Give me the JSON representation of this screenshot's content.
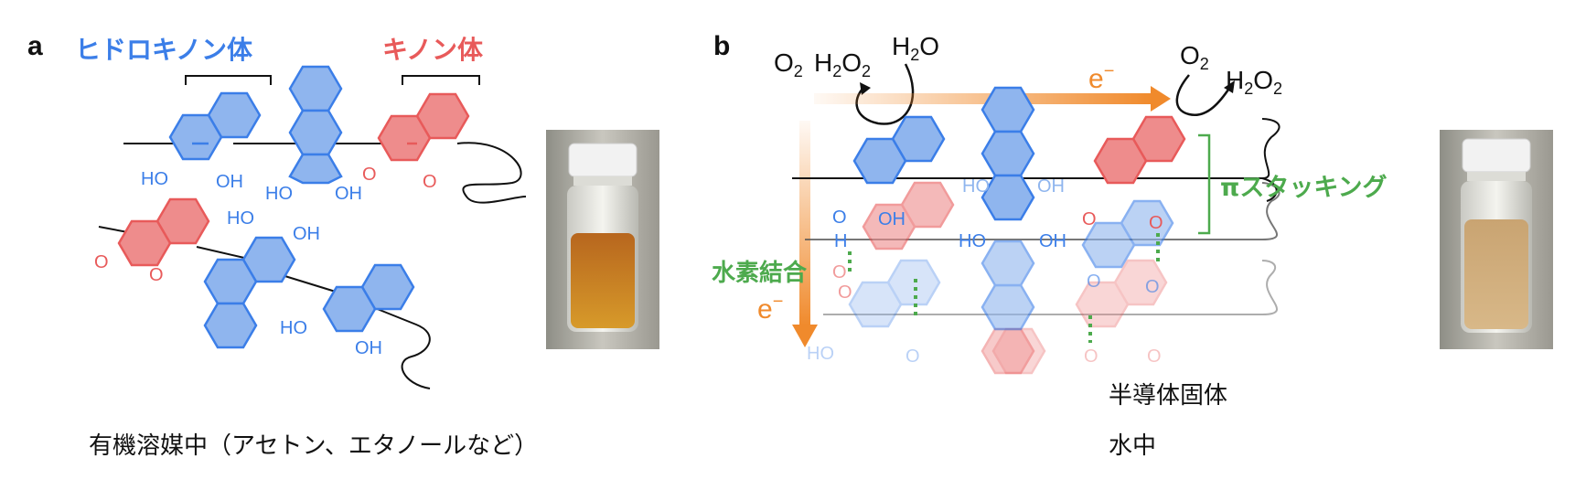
{
  "panel_a": {
    "letter": "a",
    "hydroquinone_label": "ヒドロキノン体",
    "quinone_label": "キノン体",
    "caption": "有機溶媒中（アセトン、エタノールなど）",
    "oh": "OH",
    "ho": "HO",
    "o": "O"
  },
  "panel_b": {
    "letter": "b",
    "o2": "O",
    "o2_sub": "2",
    "h2o2": "H",
    "h2o2_sub1": "2",
    "h2o2_o": "O",
    "h2o2_sub2": "2",
    "h2o": "H",
    "h2o_sub": "2",
    "h2o_o": "O",
    "electron": "e",
    "electron_sup": "−",
    "pi_stacking_label": "πスタッキング",
    "hydrogen_bond_label": "水素結合",
    "solid_label": "半導体固体",
    "water_label": "水中",
    "oh": "OH",
    "ho": "HO",
    "o": "O",
    "h": "H"
  },
  "colors": {
    "blue": "#3b7ee8",
    "blue_fill": "#8fb5ee",
    "red": "#e85a5a",
    "red_fill": "#ee8c8c",
    "green": "#4daa4d",
    "orange": "#f08a2c",
    "black": "#111111"
  }
}
